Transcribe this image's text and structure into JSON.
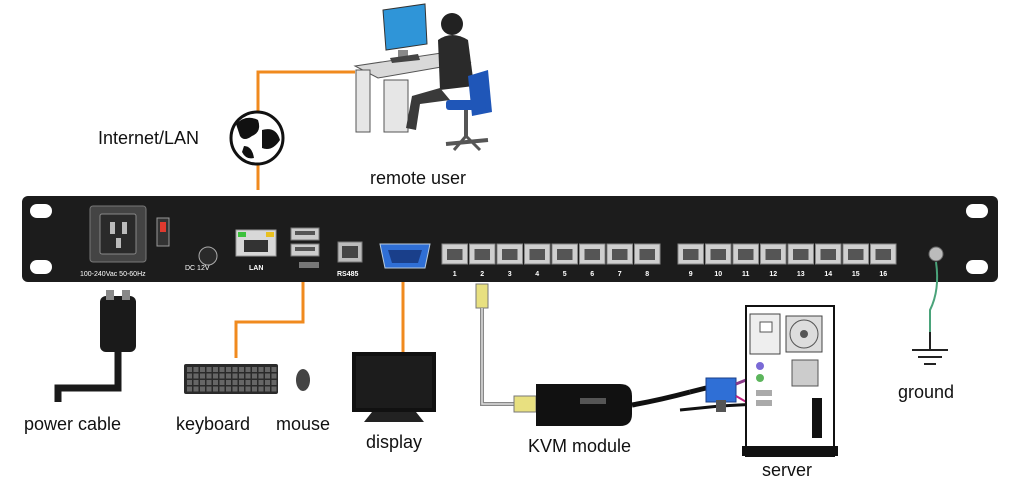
{
  "labels": {
    "internet": "Internet/LAN",
    "remote_user": "remote user",
    "power_cable": "power cable",
    "keyboard": "keyboard",
    "mouse": "mouse",
    "display": "display",
    "kvm_module": "KVM module",
    "server": "server",
    "ground": "ground"
  },
  "panel": {
    "power_rating": "100-240Vac 50-60Hz",
    "dc_rating": "DC 12V",
    "lan": "LAN",
    "rs485": "RS485"
  },
  "ports": {
    "group1": [
      "1",
      "2",
      "3",
      "4",
      "5",
      "6",
      "7",
      "8"
    ],
    "group2": [
      "9",
      "10",
      "11",
      "12",
      "13",
      "14",
      "15",
      "16"
    ]
  },
  "colors": {
    "network_cable": "#f08a1e",
    "ground_wire": "#4aa37a",
    "chassis": "#1c1c1c",
    "vga": "#2f6fd6"
  }
}
